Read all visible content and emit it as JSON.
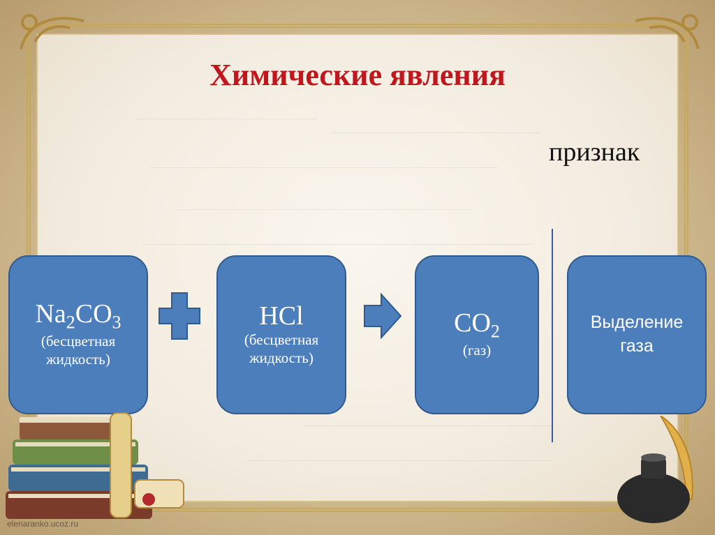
{
  "slide": {
    "title": "Химические явления",
    "subtitle": "признак",
    "watermark": "elenaranko.ucoz.ru"
  },
  "diagram": {
    "reactant1": {
      "formula_parts": [
        "Na",
        "2",
        "CO",
        "3"
      ],
      "note_lines": [
        "(бесцветная",
        "жидкость)"
      ]
    },
    "reactant2": {
      "formula": "HCl",
      "note_lines": [
        "(бесцветная",
        "жидкость)"
      ]
    },
    "product": {
      "formula_parts": [
        "CO",
        "2"
      ],
      "note": "(газ)"
    },
    "sign": {
      "lines": [
        "Выделение",
        "газа"
      ]
    }
  },
  "colors": {
    "title": "#c0161d",
    "box_fill": "#4d7ebc",
    "box_border": "#2f5b8e",
    "divider": "#3a5aa0"
  },
  "icons": {
    "plus": "plus-icon",
    "arrow": "arrow-right-icon",
    "books": "books-decoration",
    "inkwell": "inkwell-quill-decoration"
  }
}
